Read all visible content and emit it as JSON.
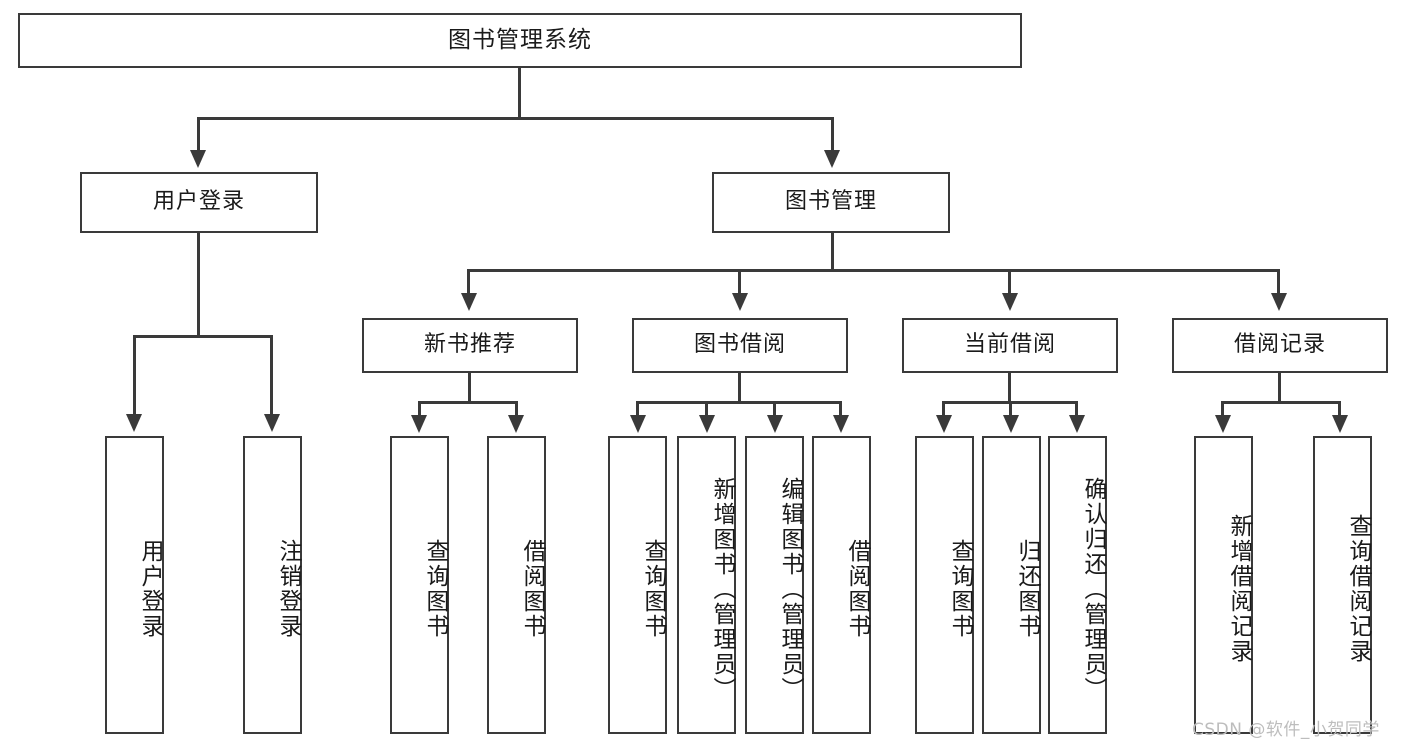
{
  "diagram": {
    "type": "tree-hierarchy-chart",
    "title": "图书管理系统",
    "root": {
      "label": "图书管理系统"
    },
    "level2": [
      {
        "id": "user-login",
        "label": "用户登录"
      },
      {
        "id": "book-manage",
        "label": "图书管理"
      }
    ],
    "level3": [
      {
        "id": "new-book-recommend",
        "label": "新书推荐"
      },
      {
        "id": "book-borrow",
        "label": "图书借阅"
      },
      {
        "id": "current-borrow",
        "label": "当前借阅"
      },
      {
        "id": "borrow-record",
        "label": "借阅记录"
      }
    ],
    "leaves": {
      "user_login": [
        {
          "id": "leaf-user-login",
          "label": "用户登录"
        },
        {
          "id": "leaf-logout-login",
          "label": "注销登录"
        }
      ],
      "new_book_recommend": [
        {
          "id": "leaf-query-book-1",
          "label": "查询图书"
        },
        {
          "id": "leaf-borrow-book-1",
          "label": "借阅图书"
        }
      ],
      "book_borrow": [
        {
          "id": "leaf-query-book-2",
          "label": "查询图书"
        },
        {
          "id": "leaf-add-book-admin",
          "label": "新增图书（管理员）"
        },
        {
          "id": "leaf-edit-book-admin",
          "label": "编辑图书（管理员）"
        },
        {
          "id": "leaf-borrow-book-2",
          "label": "借阅图书"
        }
      ],
      "current_borrow": [
        {
          "id": "leaf-query-book-3",
          "label": "查询图书"
        },
        {
          "id": "leaf-return-book",
          "label": "归还图书"
        },
        {
          "id": "leaf-confirm-return-admin",
          "label": "确认归还（管理员）"
        }
      ],
      "borrow_record": [
        {
          "id": "leaf-add-borrow-record",
          "label": "新增借阅记录"
        },
        {
          "id": "leaf-query-borrow-record",
          "label": "查询借阅记录"
        }
      ]
    },
    "watermark": "CSDN @软件_小贺同学",
    "colors": {
      "stroke": "#3a3a3a",
      "fill": "#ffffff",
      "text": "#1a1a1a",
      "watermark": "#bdbdbd"
    }
  }
}
